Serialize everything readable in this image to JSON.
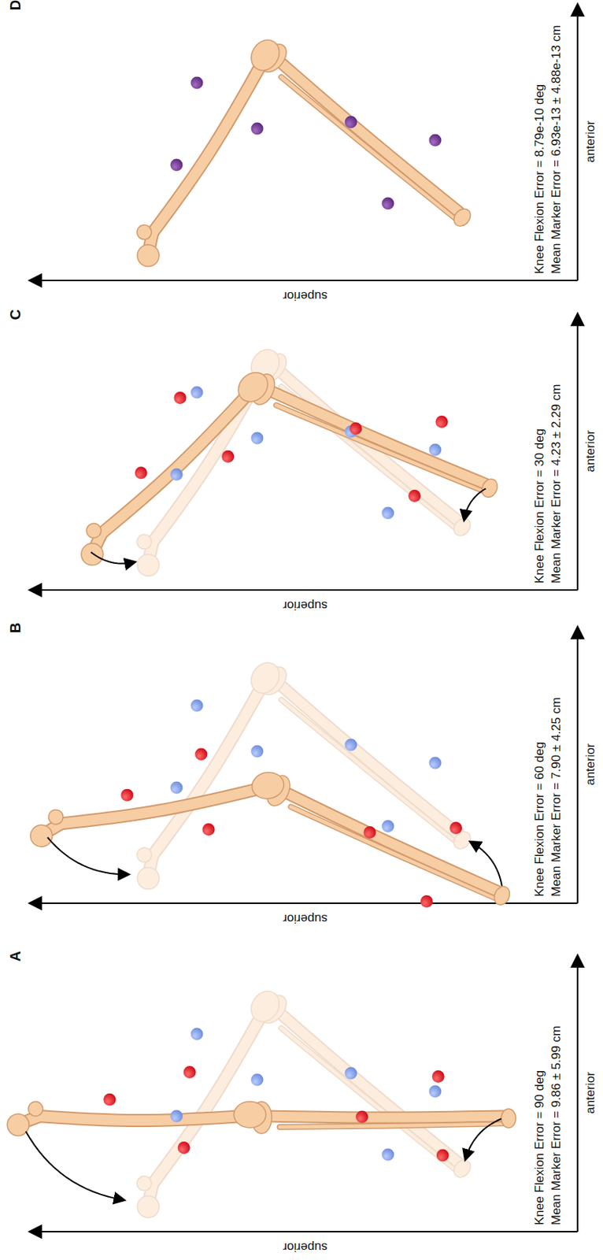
{
  "diagram": {
    "labels": [
      "A",
      "superior",
      "anterior",
      "Knee Flexion Error = 90 deg",
      "Mean Marker Error = 9.86 ± 5.99 cm",
      "B",
      "superior",
      "anterior",
      "Knee Flexion Error = 60 deg",
      "Mean Marker Error = 7.90 ± 4.25 cm",
      "C",
      "superior",
      "anterior",
      "Knee Flexion Error = 30 deg",
      "Mean Marker Error = 4.23 ± 2.29 cm",
      "D",
      "superior",
      "anterior",
      "Knee Flexion Error = 8.79e-10 deg",
      "Mean Marker Error = 6.93e-13 ± 4.88e-13 cm"
    ]
  }
}
